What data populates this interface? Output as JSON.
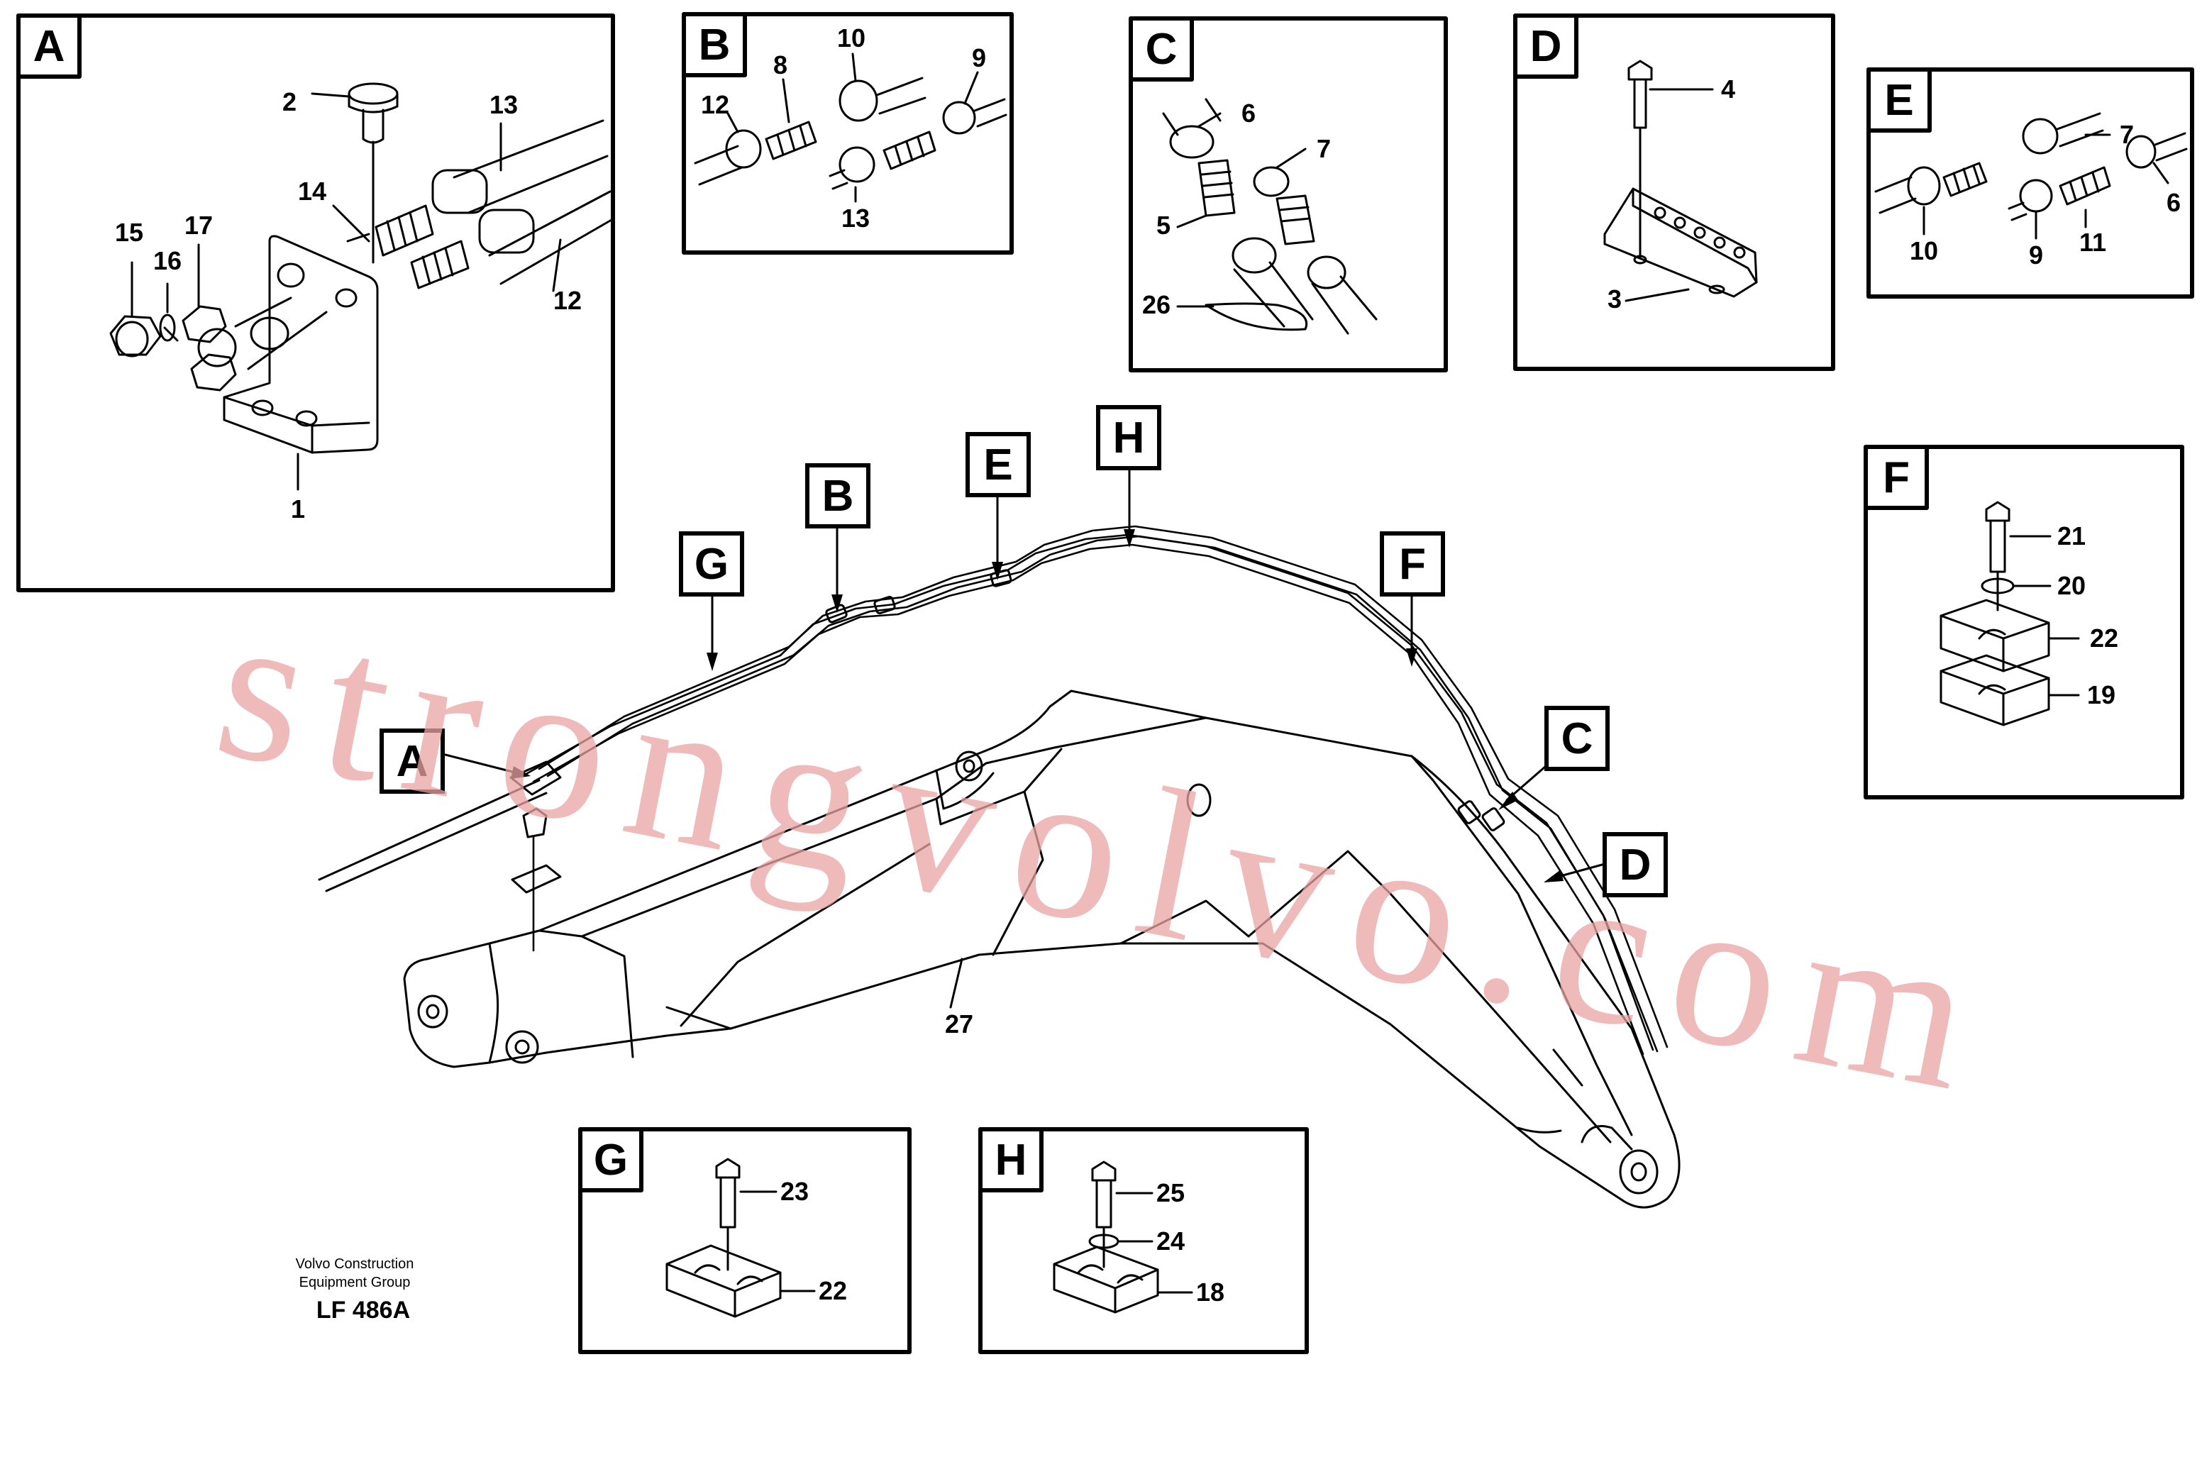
{
  "watermark": "strongvolvo.com",
  "caption": {
    "line1": "Volvo Construction",
    "line2": "Equipment Group",
    "code": "LF 486A"
  },
  "views": {
    "A": "A",
    "B": "B",
    "C": "C",
    "D": "D",
    "E": "E",
    "F": "F",
    "G": "G",
    "H": "H"
  },
  "callouts": {
    "A": "A",
    "B": "B",
    "C": "C",
    "D": "D",
    "E": "E",
    "F": "F",
    "G": "G",
    "H": "H"
  },
  "parts": {
    "p1": "1",
    "p2": "2",
    "p3": "3",
    "p4": "4",
    "p5": "5",
    "p6": "6",
    "p7": "7",
    "p8": "8",
    "p9": "9",
    "p10": "10",
    "p11": "11",
    "p12": "12",
    "p13": "13",
    "p14": "14",
    "p15": "15",
    "p16": "16",
    "p17": "17",
    "p18": "18",
    "p19": "19",
    "p20": "20",
    "p21": "21",
    "p22": "22",
    "p23": "23",
    "p24": "24",
    "p25": "25",
    "p26": "26",
    "p27": "27"
  }
}
